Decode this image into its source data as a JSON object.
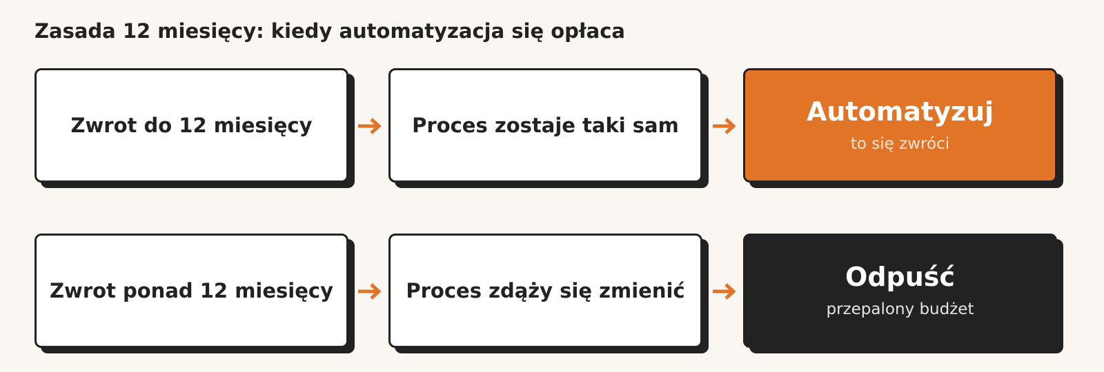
{
  "title": "Zasada 12 miesięcy: kiedy automatyzacja się opłaca",
  "colors": {
    "accent": "#e27428",
    "dark": "#222222",
    "background": "#faf7f2",
    "card": "#ffffff"
  },
  "rows": [
    {
      "condition": "Zwrot do 12 miesięcy",
      "process": "Proces zostaje taki sam",
      "result": {
        "title": "Automatyzuj",
        "subtitle": "to się zwróci"
      }
    },
    {
      "condition": "Zwrot ponad 12 miesięcy",
      "process": "Proces zdąży się zmienić",
      "result": {
        "title": "Odpuść",
        "subtitle": "przepalony budżet"
      }
    }
  ],
  "icons": {
    "connector": "arrow-right-icon"
  }
}
